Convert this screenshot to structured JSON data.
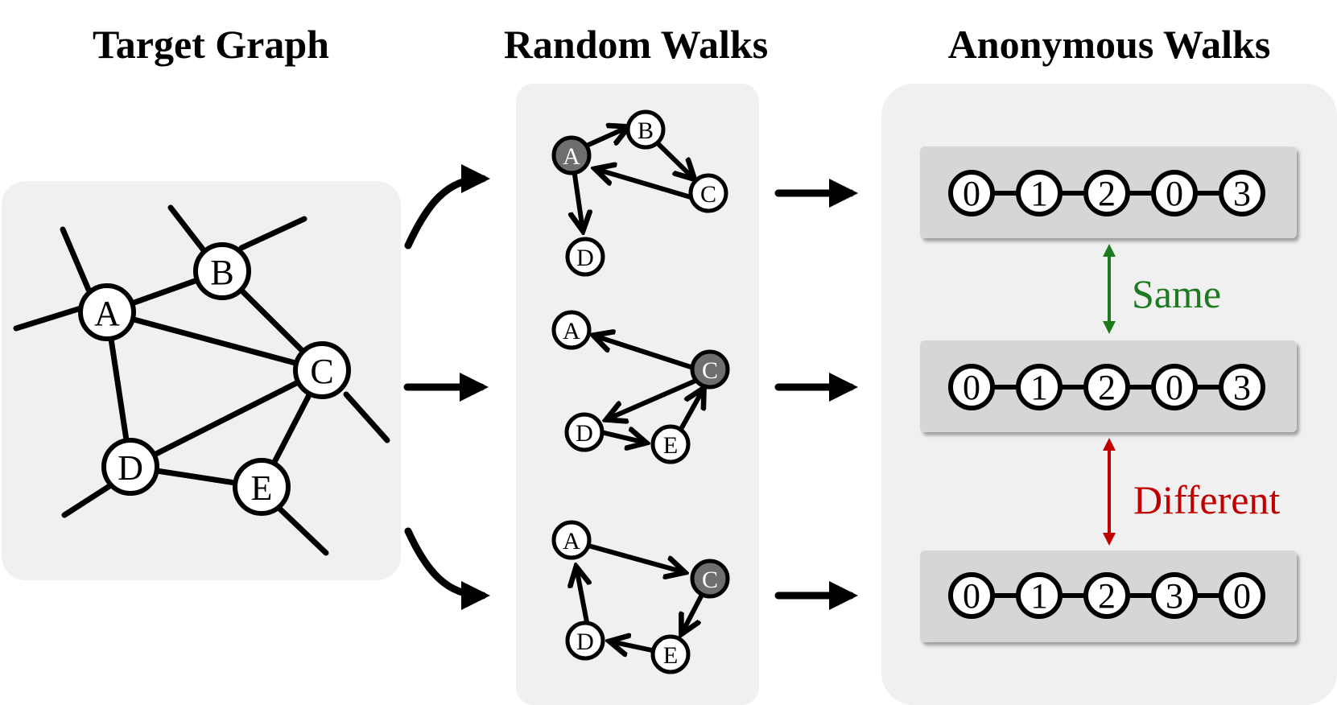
{
  "titles": {
    "target_graph": "Target Graph",
    "random_walks": "Random Walks",
    "anonymous_walks": "Anonymous Walks"
  },
  "target_graph": {
    "nodes": [
      "A",
      "B",
      "C",
      "D",
      "E"
    ]
  },
  "random_walks": [
    {
      "start": "A",
      "nodes": [
        "A",
        "B",
        "C",
        "D"
      ]
    },
    {
      "start": "C",
      "nodes": [
        "A",
        "C",
        "D",
        "E"
      ]
    },
    {
      "start": "C",
      "nodes": [
        "A",
        "C",
        "D",
        "E"
      ]
    }
  ],
  "anonymous_walks": [
    [
      "0",
      "1",
      "2",
      "0",
      "3"
    ],
    [
      "0",
      "1",
      "2",
      "0",
      "3"
    ],
    [
      "0",
      "1",
      "2",
      "3",
      "0"
    ]
  ],
  "comparisons": {
    "same": {
      "label": "Same",
      "color": "#1e7a1e"
    },
    "different": {
      "label": "Different",
      "color": "#c00000"
    }
  },
  "colors": {
    "panel": "#f0f0f0",
    "walk_box": "#d6d6d6",
    "start_node": "#6e6e6e"
  }
}
